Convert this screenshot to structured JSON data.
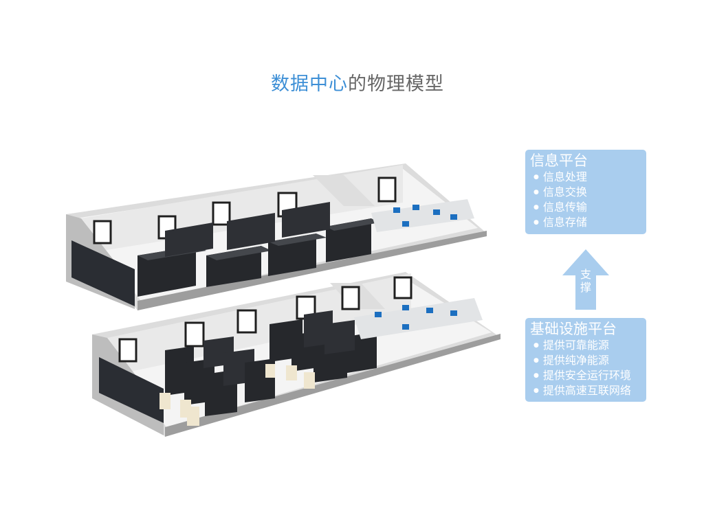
{
  "title": {
    "highlight": "数据中心",
    "rest": "的物理模型"
  },
  "info_platform": {
    "heading": "信息平台",
    "items": [
      "信息处理",
      "信息交换",
      "信息传输",
      "信息存储"
    ]
  },
  "arrow_label": "支撑",
  "infra_platform": {
    "heading": "基础设施平台",
    "items": [
      "提供可靠能源",
      "提供纯净能源",
      "提供安全运行环境",
      "提供高速互联网络"
    ]
  },
  "colors": {
    "accent": "#3d8fd6",
    "box": "#a9cdee",
    "rack": "#2b2d31",
    "floor": "#f3f3f3"
  }
}
